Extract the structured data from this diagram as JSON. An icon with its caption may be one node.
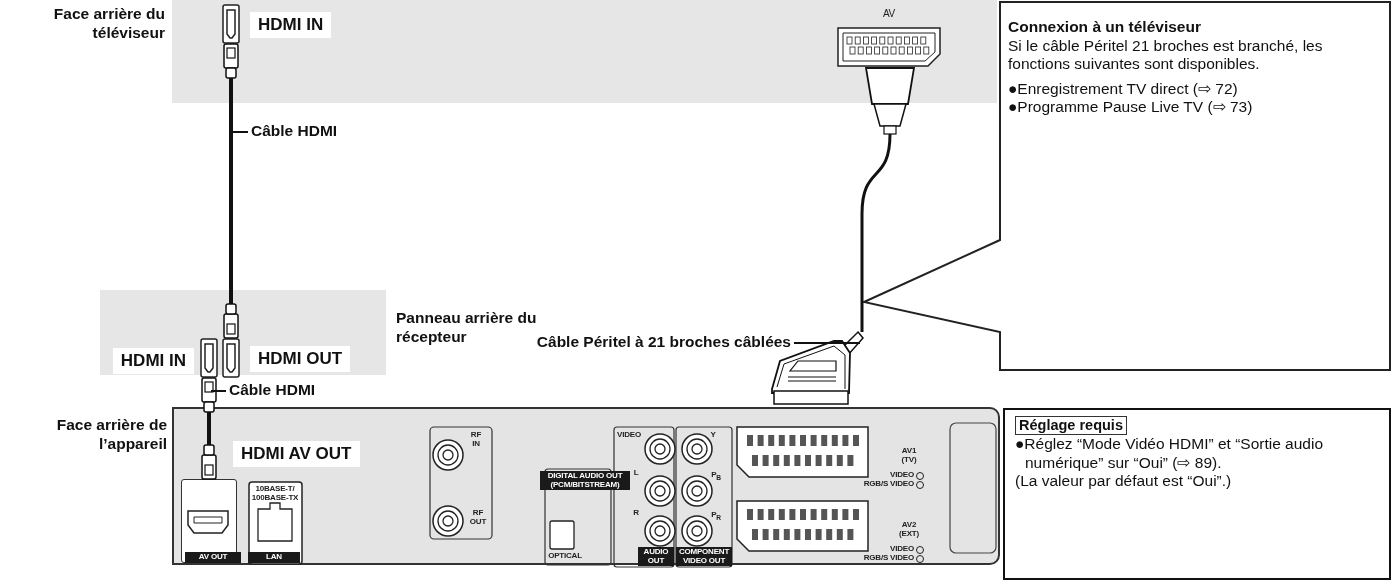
{
  "diagram": {
    "nodes": [
      {
        "text": [
          "Face arrière du téléviseur"
        ]
      },
      {
        "text": [
          "HDMI IN"
        ],
        "in": 0
      },
      {
        "text": [
          "AV"
        ],
        "in": 0
      },
      {
        "text": [
          "Panneau arrière du récepteur"
        ]
      },
      {
        "text": [
          "HDMI IN"
        ],
        "in": 3
      },
      {
        "text": [
          "HDMI OUT"
        ],
        "in": 3
      },
      {
        "text": [
          "Face arrière de l’appareil"
        ]
      },
      {
        "text": [
          "HDMI AV OUT"
        ],
        "in": 6
      },
      {
        "text": [],
        "shape": "picture"
      },
      {
        "text": [
          "Connexion à un téléviseur",
          "Si le câble Péritel 21 broches est branché, les fonctions suivantes sont disponibles.",
          "●Enregistrement TV direct (⇨ 72)",
          "●Programme Pause Live TV (⇨ 73)"
        ]
      },
      {
        "text": [
          "Réglage requis",
          "●Réglez “Mode Vidéo HDMI” et “Sortie audio numérique” sur “Oui” (⇨ 89).",
          "(La valeur par défaut est “Oui”.)"
        ]
      }
    ],
    "edges": [
      {
        "from": 5,
        "to": 1,
        "arrow": "other",
        "label": "Câble HDMI"
      },
      {
        "from": 7,
        "to": 4,
        "arrow": "other",
        "label": "Câble HDMI"
      },
      {
        "from": 2,
        "to": 8,
        "arrow": "other",
        "label": "Câble Péritel à 21 broches câblées"
      }
    ],
    "labels": [
      "AV OUT",
      "10BASE-T/ 100BASE-TX",
      "LAN",
      "RF IN",
      "RF OUT",
      "VIDEO",
      "L",
      "R",
      "DIGITAL AUDIO OUT (PCM/BITSTREAM)",
      "OPTICAL",
      "AUDIO OUT",
      "Y",
      "P$_{B}$",
      "P$_{R}$",
      "COMPONENT VIDEO OUT",
      "AV1 (TV)",
      "VIDEO",
      "RGB/S VIDEO",
      "AV2 (EXT)",
      "VIDEO",
      "RGB/S VIDEO"
    ]
  }
}
